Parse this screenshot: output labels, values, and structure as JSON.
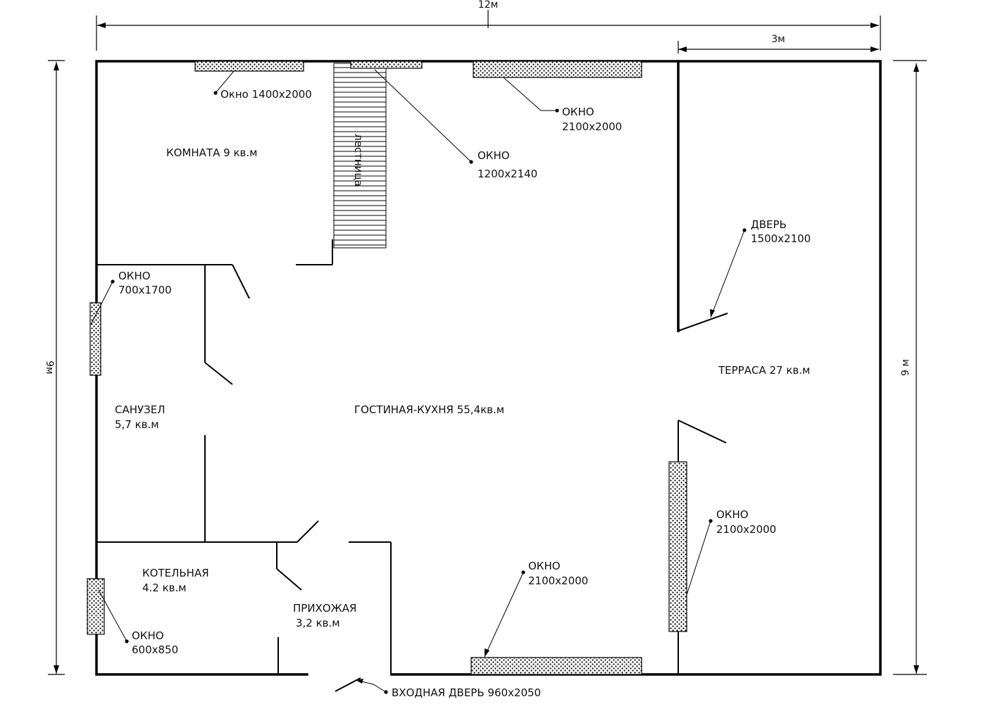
{
  "dimensions": {
    "width_top": "12м",
    "terrace_width": "3м",
    "height_left": "9м",
    "height_right": "9 м"
  },
  "rooms": {
    "room": "КОМНАТА 9 кв.м",
    "living_kitchen": "ГОСТИНАЯ-КУХНЯ 55,4кв.м",
    "terrace": "ТЕРРАСА 27 кв.м",
    "bathroom_name": "САНУЗЕЛ",
    "bathroom_area": "5,7 кв.м",
    "boiler_name": "КОТЕЛЬНАЯ",
    "boiler_area": "4.2 кв.м",
    "hall_name": "ПРИХОЖАЯ",
    "hall_area": "3,2 кв.м",
    "stairs": "лестница"
  },
  "openings": {
    "w1": "Окно 1400x2000",
    "w2_name": "ОКНО",
    "w2_size": "1200x2140",
    "w3_name": "ОКНО",
    "w3_size": "2100x2000",
    "door_terrace_name": "ДВЕРЬ",
    "door_terrace_size": "1500x2100",
    "w4_name": "ОКНО",
    "w4_size": "700x1700",
    "w5_name": "ОКНО",
    "w5_size": "2100x2000",
    "w6_name": "ОКНО",
    "w6_size": "2100x2000",
    "w7_name": "ОКНО",
    "w7_size": "600x850",
    "entrance": "ВХОДНАЯ ДВЕРЬ 960x2050"
  },
  "colors": {
    "line": "#000000",
    "background": "#ffffff"
  }
}
